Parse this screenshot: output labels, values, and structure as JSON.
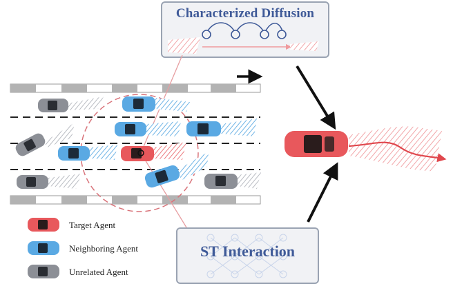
{
  "diagram": {
    "characterized_diffusion": {
      "title": "Characterized Diffusion"
    },
    "st_interaction": {
      "title": "ST Interaction"
    },
    "legend": [
      {
        "label": "Target Agent",
        "color": "#e8585c"
      },
      {
        "label": "Neighboring Agent",
        "color": "#5aa9e3"
      },
      {
        "label": "Unrelated Agent",
        "color": "#8c8f96"
      }
    ]
  },
  "colors": {
    "target": "#e8585c",
    "neighbor": "#5aa9e3",
    "unrelated": "#8c8f96",
    "box_title": "#3f5a98",
    "box_border": "#9aa3b2",
    "radius_circle": "#d9737a"
  }
}
